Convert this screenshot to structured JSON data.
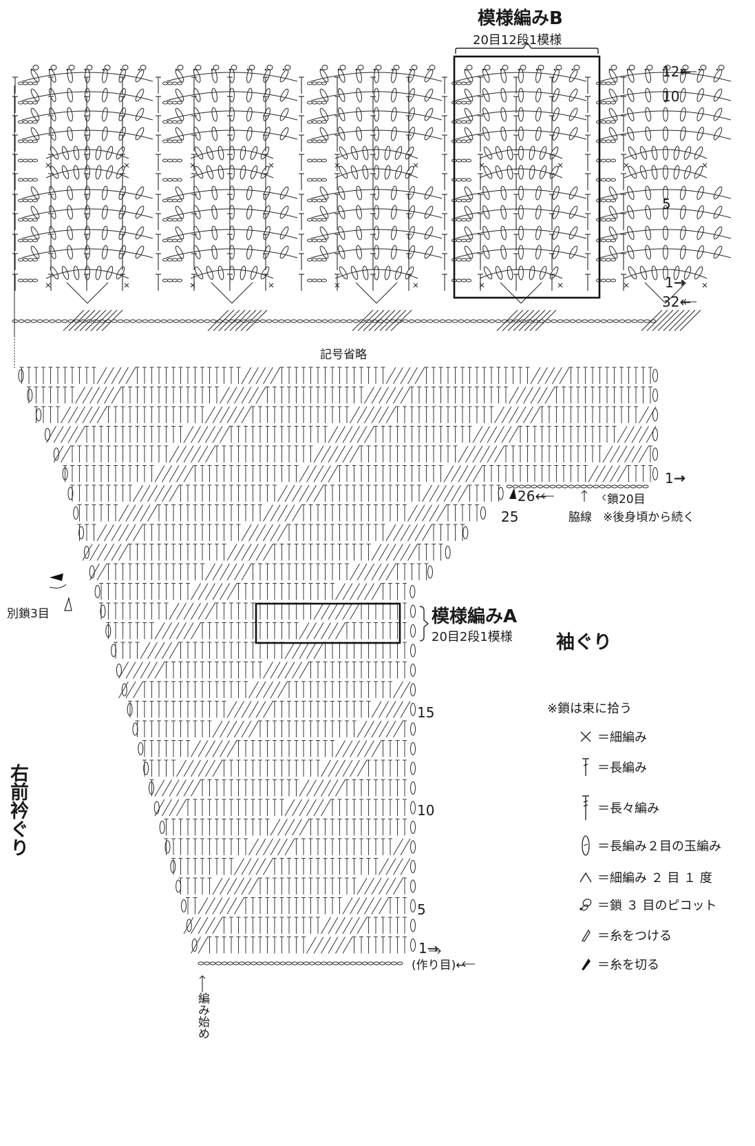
{
  "pattern_b": {
    "title": "模様編みB",
    "repeat": "20目12段1模様"
  },
  "pattern_a": {
    "title": "模様編みA",
    "repeat": "20目2段1模様"
  },
  "upper_rows": {
    "r12": "12←",
    "r10": "10",
    "r5": "5",
    "r1": "1→",
    "r32": "32←"
  },
  "omitted": "記号省略",
  "lower_rows": {
    "r1": "1→",
    "r26": "26←",
    "r25": "25",
    "r15": "15",
    "r10": "10",
    "r5": "5",
    "r1b": "1→",
    "foundation": "(作り目)←"
  },
  "notes": {
    "chain20": "鎖20目",
    "side_line": "脇線",
    "continue_back": "※後身頃から続く",
    "extra_chain": "別鎖3目"
  },
  "areas": {
    "armhole": "袖ぐり",
    "neckline": "右前衿ぐり",
    "start": "編み始め"
  },
  "legend": {
    "note": "※鎖は束に拾う",
    "items": [
      {
        "icon": "single-crochet-icon",
        "text": "＝細編み"
      },
      {
        "icon": "double-crochet-icon",
        "text": "＝長編み"
      },
      {
        "icon": "treble-crochet-icon",
        "text": "＝長々編み"
      },
      {
        "icon": "cluster-icon",
        "text": "＝長編み２目の玉編み"
      },
      {
        "icon": "sc2tog-icon",
        "text": "＝細編み ２ 目 １ 度"
      },
      {
        "icon": "picot-icon",
        "text": "＝鎖 ３ 目のピコット"
      },
      {
        "icon": "join-yarn-icon",
        "text": "＝糸をつける"
      },
      {
        "icon": "cut-yarn-icon",
        "text": "＝糸を切る"
      }
    ]
  }
}
